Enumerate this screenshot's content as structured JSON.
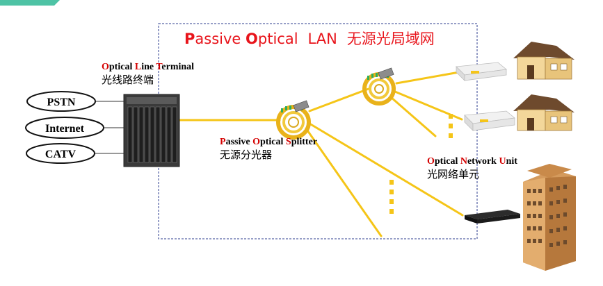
{
  "corner_tag": "",
  "title": {
    "en_first_letter": "P",
    "en_rest_1": "assive ",
    "en_O": "O",
    "en_rest_2": "ptical",
    "lan": "LAN",
    "zh": "无源光局域网"
  },
  "olt": {
    "en_letters": [
      "O",
      "ptical ",
      "L",
      "ine ",
      "T",
      "erminal"
    ],
    "zh": "光线路终端"
  },
  "splitter": {
    "en_letters": [
      "P",
      "assive ",
      "O",
      "ptical ",
      "S",
      "plitter"
    ],
    "zh": "无源分光器"
  },
  "onu": {
    "en_letters": [
      "O",
      "ptical ",
      "N",
      "etwork ",
      "U",
      "nit"
    ],
    "zh": "光网络单元"
  },
  "services": [
    {
      "label": "PSTN"
    },
    {
      "label": "Internet"
    },
    {
      "label": "CATV"
    }
  ],
  "colors": {
    "title_red": "#e8141b",
    "accent_red": "#d40000",
    "fiber": "#f5c518",
    "dashed_border": "#2c3e8f",
    "tag_green": "#4ec3a5"
  }
}
